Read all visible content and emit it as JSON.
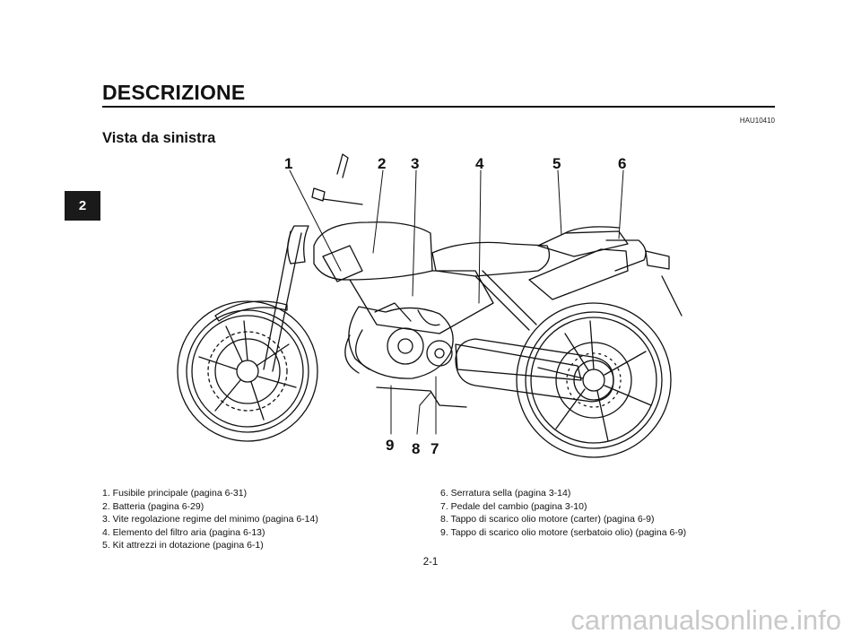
{
  "page": {
    "side_tab": "2",
    "section_title": "DESCRIZIONE",
    "code": "HAU10410",
    "subtitle": "Vista da sinistra",
    "page_number": "2-1"
  },
  "callouts": [
    "1",
    "2",
    "3",
    "4",
    "5",
    "6",
    "7",
    "8",
    "9"
  ],
  "captions_left": [
    "1.  Fusibile principale (pagina 6-31)",
    "2.  Batteria (pagina 6-29)",
    "3.  Vite regolazione regime del minimo (pagina 6-14)",
    "4.  Elemento del filtro aria (pagina 6-13)",
    "5.  Kit attrezzi in dotazione (pagina 6-1)"
  ],
  "captions_right": [
    "6.  Serratura sella (pagina 3-14)",
    "7.  Pedale del cambio (pagina 3-10)",
    "8.  Tappo di scarico olio motore (carter) (pagina 6-9)",
    "9.  Tappo di scarico olio motore (serbatoio olio) (pagina 6-9)"
  ],
  "watermark": "carmanualsonline.info"
}
